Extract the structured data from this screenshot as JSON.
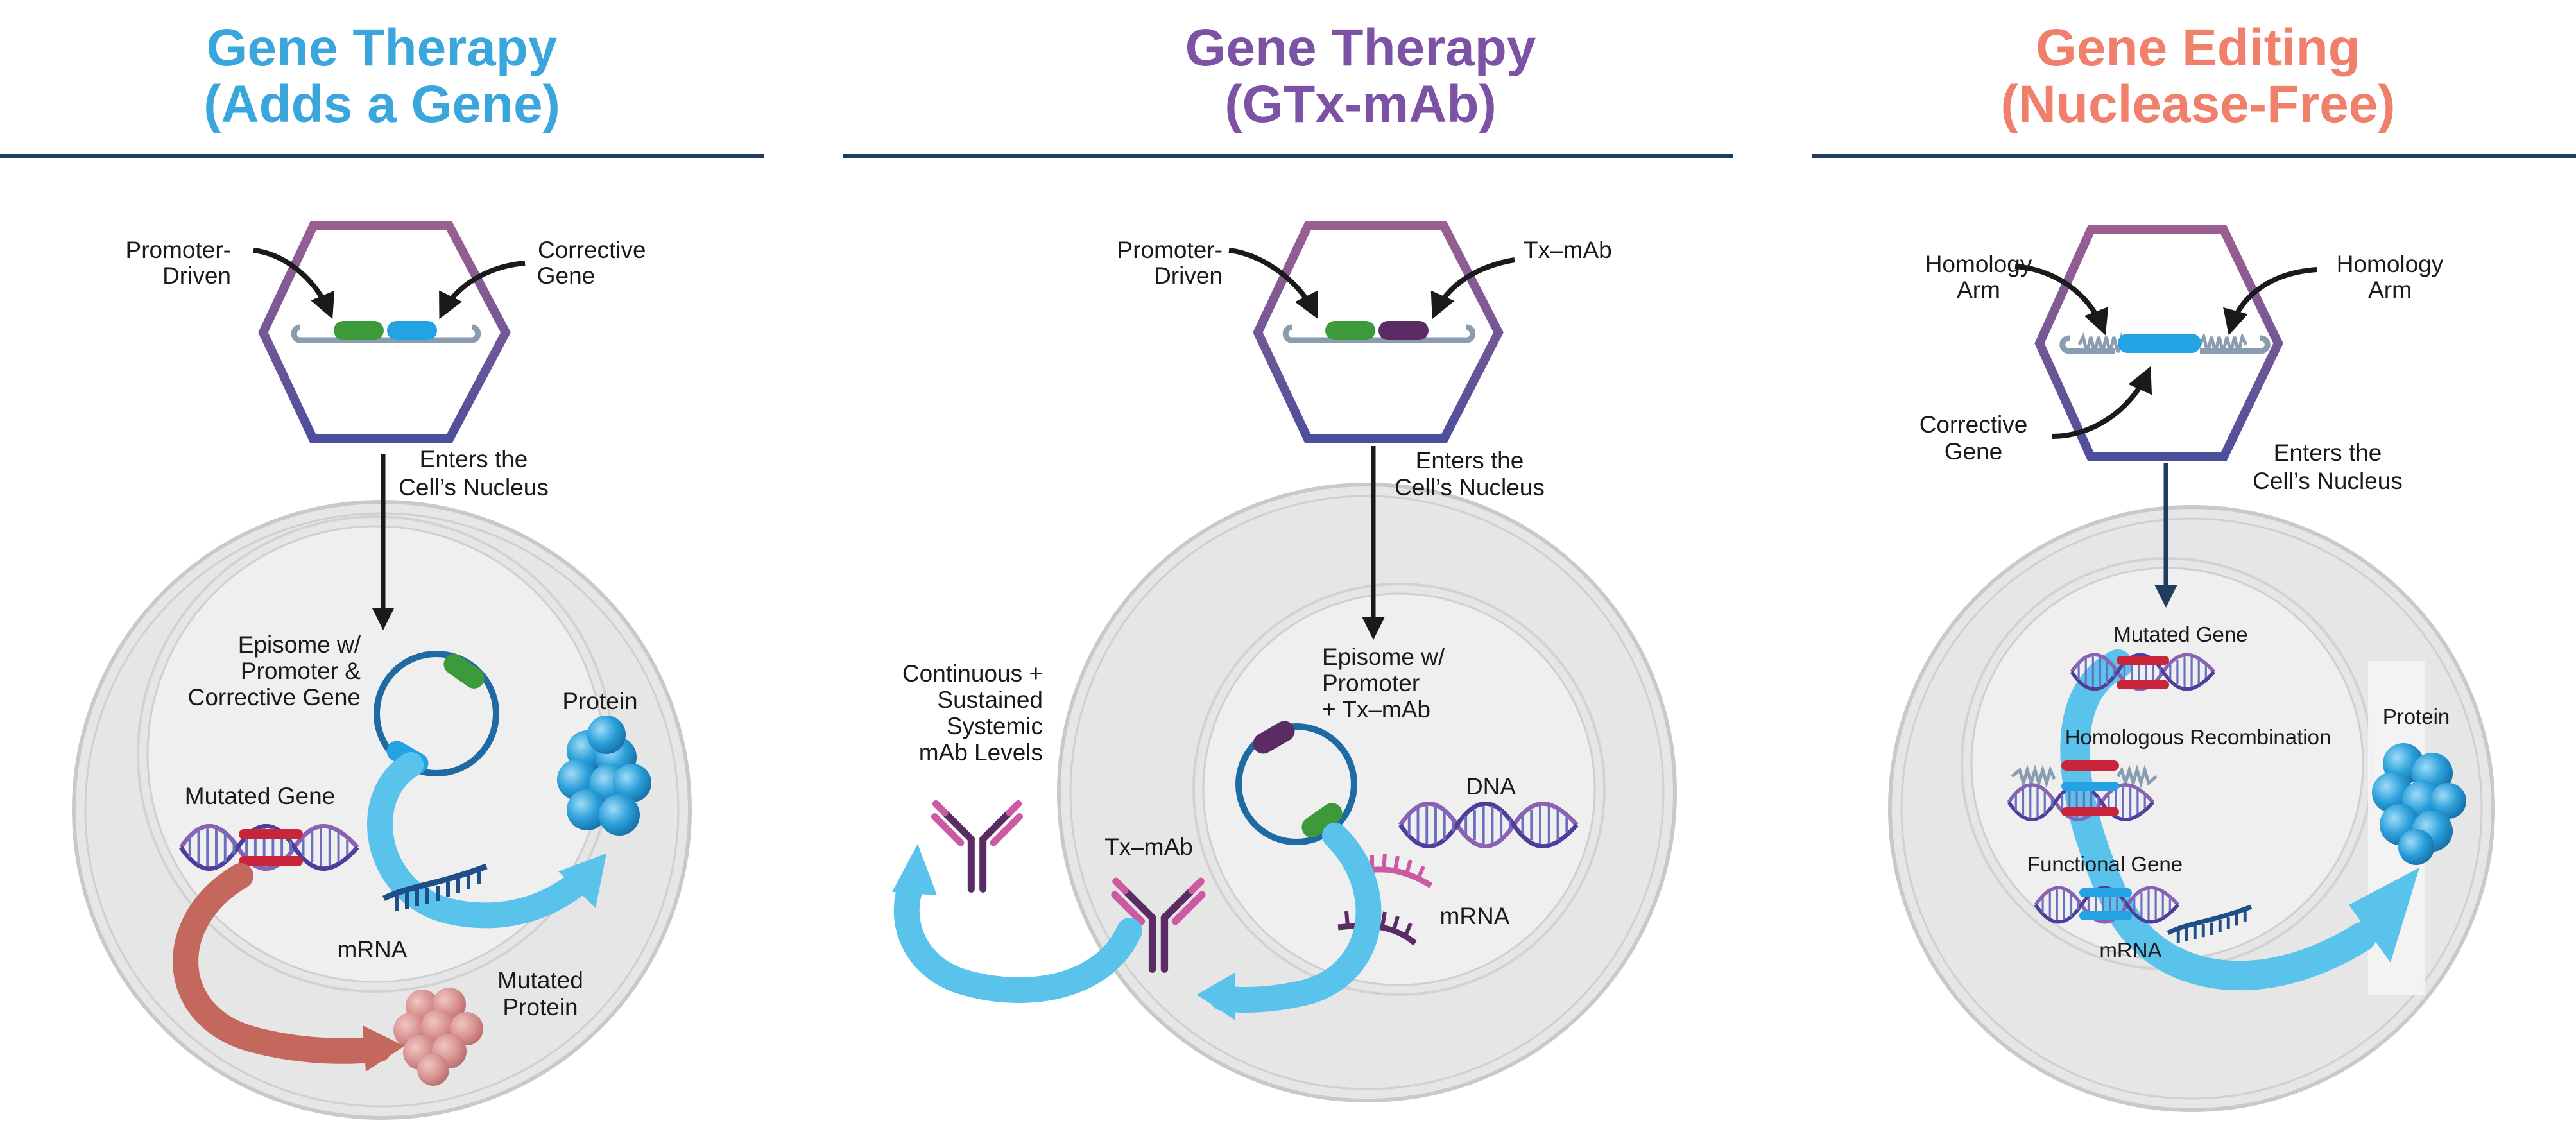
{
  "colors": {
    "panel1_title": "#3aa6dc",
    "panel2_title": "#7c52a5",
    "panel3_title": "#f07f6b",
    "rule": "#1e3d5f",
    "capsid_top": "#9b5f91",
    "capsid_bottom": "#4d4f9c",
    "cell_outer": "#e6e6e6",
    "nucleus": "#efefef",
    "promoter_green": "#3d9a3a",
    "gene_blue": "#23a3e3",
    "tx_purple": "#5a2c63",
    "arrow_blue": "#5ac3ec",
    "arrow_red": "#c4675d",
    "mutated_red": "#c8243a",
    "protein_blue": "#2b9fda",
    "mutated_protein": "#d7918f",
    "mrna_navy": "#1f4f88",
    "mrna_pink": "#cc5aa3",
    "antibody_purple": "#5a2c63"
  },
  "panel1": {
    "title_line1": "Gene Therapy",
    "title_line2": "(Adds a Gene)",
    "label_promoter_1": "Promoter-",
    "label_promoter_2": "Driven",
    "label_corrective_1": "Corrective",
    "label_corrective_2": "Gene",
    "label_enters_1": "Enters the",
    "label_enters_2": "Cell’s Nucleus",
    "label_episome_1": "Episome w/",
    "label_episome_2": "Promoter &",
    "label_episome_3": "Corrective Gene",
    "label_protein": "Protein",
    "label_mutated_gene": "Mutated Gene",
    "label_mrna": "mRNA",
    "label_mutated_protein_1": "Mutated",
    "label_mutated_protein_2": "Protein"
  },
  "panel2": {
    "title_line1": "Gene Therapy",
    "title_line2": "(GTx-mAb)",
    "label_promoter_1": "Promoter-",
    "label_promoter_2": "Driven",
    "label_txmab": "Tx–mAb",
    "label_enters_1": "Enters the",
    "label_enters_2": "Cell’s Nucleus",
    "label_episome_1": "Episome w/",
    "label_episome_2": "Promoter",
    "label_episome_3": "+ Tx–mAb",
    "label_dna": "DNA",
    "label_mrna": "mRNA",
    "label_txmab_cell": "Tx–mAb",
    "label_continuous_1": "Continuous +",
    "label_continuous_2": "Sustained",
    "label_continuous_3": "Systemic",
    "label_continuous_4": "mAb Levels"
  },
  "panel3": {
    "title_line1": "Gene Editing",
    "title_line2": "(Nuclease-Free)",
    "label_homology_left_1": "Homology",
    "label_homology_left_2": "Arm",
    "label_homology_right_1": "Homology",
    "label_homology_right_2": "Arm",
    "label_corrective_1": "Corrective",
    "label_corrective_2": "Gene",
    "label_enters_1": "Enters the",
    "label_enters_2": "Cell’s Nucleus",
    "label_mutated_gene": "Mutated Gene",
    "label_homologous": "Homologous Recombination",
    "label_functional": "Functional Gene",
    "label_mrna": "mRNA",
    "label_protein": "Protein"
  }
}
